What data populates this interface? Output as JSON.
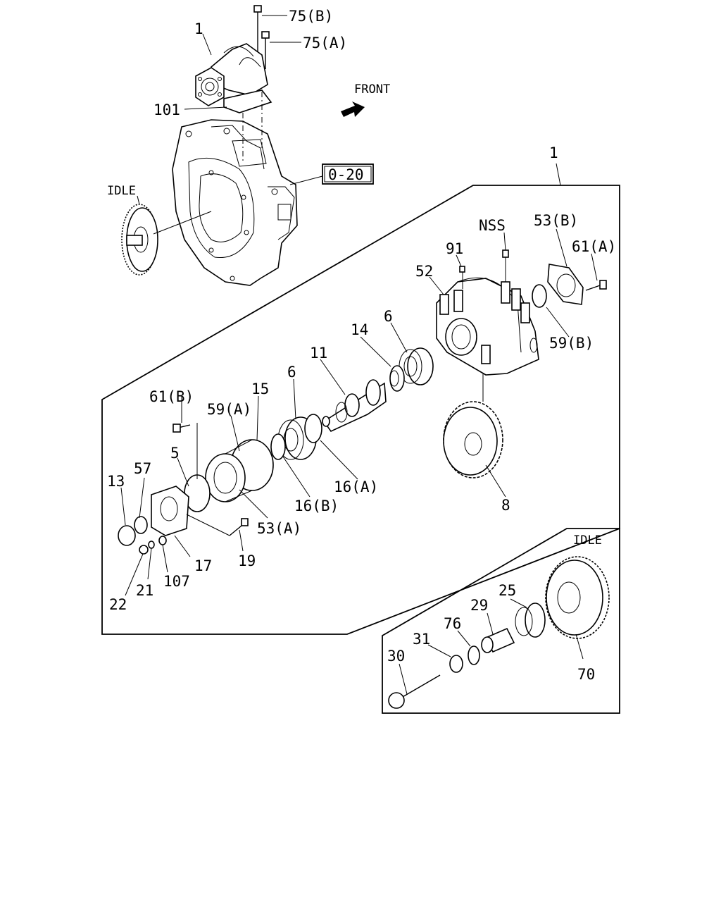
{
  "diagram": {
    "direction_label": "FRONT",
    "reference_box": "0-20",
    "main_assembly_label": "1",
    "idle_labels": [
      "IDLE",
      "IDLE"
    ],
    "callouts": {
      "p1_top": "1",
      "p75b": "75(B)",
      "p75a": "75(A)",
      "p101": "101",
      "nss": "NSS",
      "p53b": "53(B)",
      "p61a": "61(A)",
      "p91": "91",
      "p52": "52",
      "p59b": "59(B)",
      "p14": "14",
      "p6_right": "6",
      "p11": "11",
      "p6_left": "6",
      "p15": "15",
      "p61b": "61(B)",
      "p59a": "59(A)",
      "p5": "5",
      "p57": "57",
      "p13": "13",
      "p16a": "16(A)",
      "p16b": "16(B)",
      "p53a": "53(A)",
      "p8": "8",
      "p19": "19",
      "p17": "17",
      "p107": "107",
      "p21": "21",
      "p22": "22",
      "p25": "25",
      "p29": "29",
      "p76": "76",
      "p31": "31",
      "p30": "30",
      "p70": "70"
    }
  }
}
